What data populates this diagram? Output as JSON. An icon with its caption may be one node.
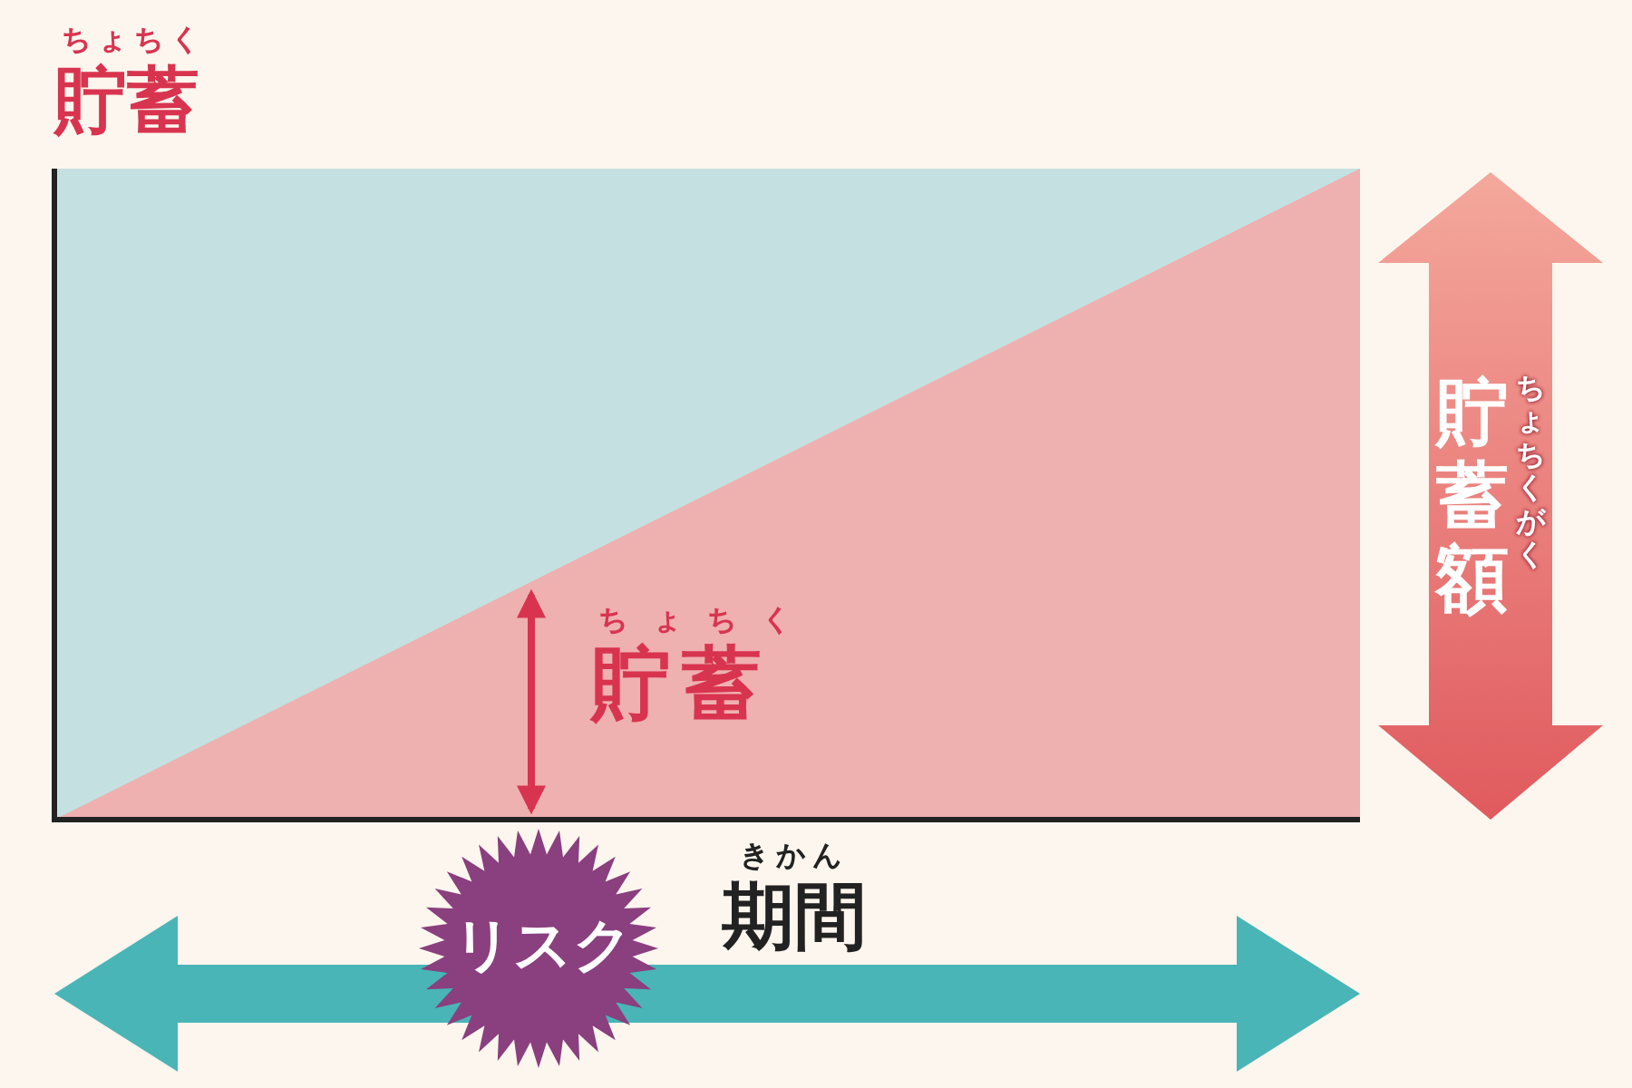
{
  "diagram": {
    "labels": [
      "ちょちく",
      "貯蓄",
      "ちょちく",
      "貯蓄",
      "ちょちくがく",
      "貯蓄額",
      "リスク",
      "きかん",
      "期間"
    ]
  }
}
